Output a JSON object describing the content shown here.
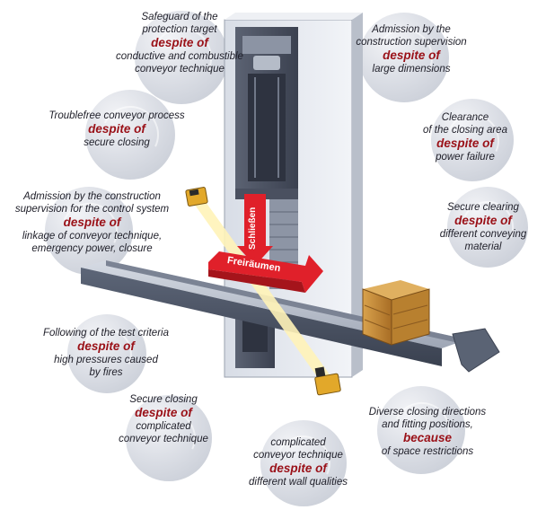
{
  "labels": [
    {
      "id": "protection-target",
      "lines": [
        "Safeguard of the",
        "protection target"
      ],
      "emphasis": "despite of",
      "after": [
        "conductive and combustible",
        "conveyor technique"
      ]
    },
    {
      "id": "construction-supervision-dimensions",
      "lines": [
        "Admission by the",
        "construction supervision"
      ],
      "emphasis": "despite of",
      "after": [
        "large dimensions"
      ]
    },
    {
      "id": "troublefree-process",
      "lines": [
        "Troublefree conveyor process"
      ],
      "emphasis": "despite of",
      "after": [
        "secure closing"
      ]
    },
    {
      "id": "clearance-power-failure",
      "lines": [
        "Clearance",
        "of the closing area"
      ],
      "emphasis": "despite of",
      "after": [
        "power failure"
      ]
    },
    {
      "id": "control-system",
      "lines": [
        "Admission by the construction",
        "supervision for the control system"
      ],
      "emphasis": "despite of",
      "after": [
        "linkage of conveyor technique,",
        "emergency power, closure"
      ]
    },
    {
      "id": "secure-clearing",
      "lines": [
        "Secure clearing"
      ],
      "emphasis": "despite of",
      "after": [
        "different conveying",
        "material"
      ]
    },
    {
      "id": "test-criteria",
      "lines": [
        "Following of the test criteria"
      ],
      "emphasis": "despite of",
      "after": [
        "high pressures caused",
        "by fires"
      ]
    },
    {
      "id": "closing-directions",
      "lines": [
        "Diverse closing directions",
        "and fitting positions,"
      ],
      "emphasis": "because",
      "after": [
        "of space restrictions"
      ]
    },
    {
      "id": "secure-closing",
      "lines": [
        "Secure closing"
      ],
      "emphasis": "despite of",
      "after": [
        "complicated",
        "conveyor technique"
      ]
    },
    {
      "id": "wall-qualities",
      "lines": [
        "complicated",
        "conveyor technique"
      ],
      "emphasis": "despite of",
      "after": [
        "different wall qualities"
      ]
    }
  ],
  "arrows": {
    "closing": "Schließen",
    "clearing": "Freiräumen"
  },
  "colors": {
    "emphasis": "#9a1118",
    "arrow_red": "#e0202a",
    "conveyor": "#6c7587",
    "box": "#c08a3a",
    "sensor_beam": "#fff3b8"
  }
}
